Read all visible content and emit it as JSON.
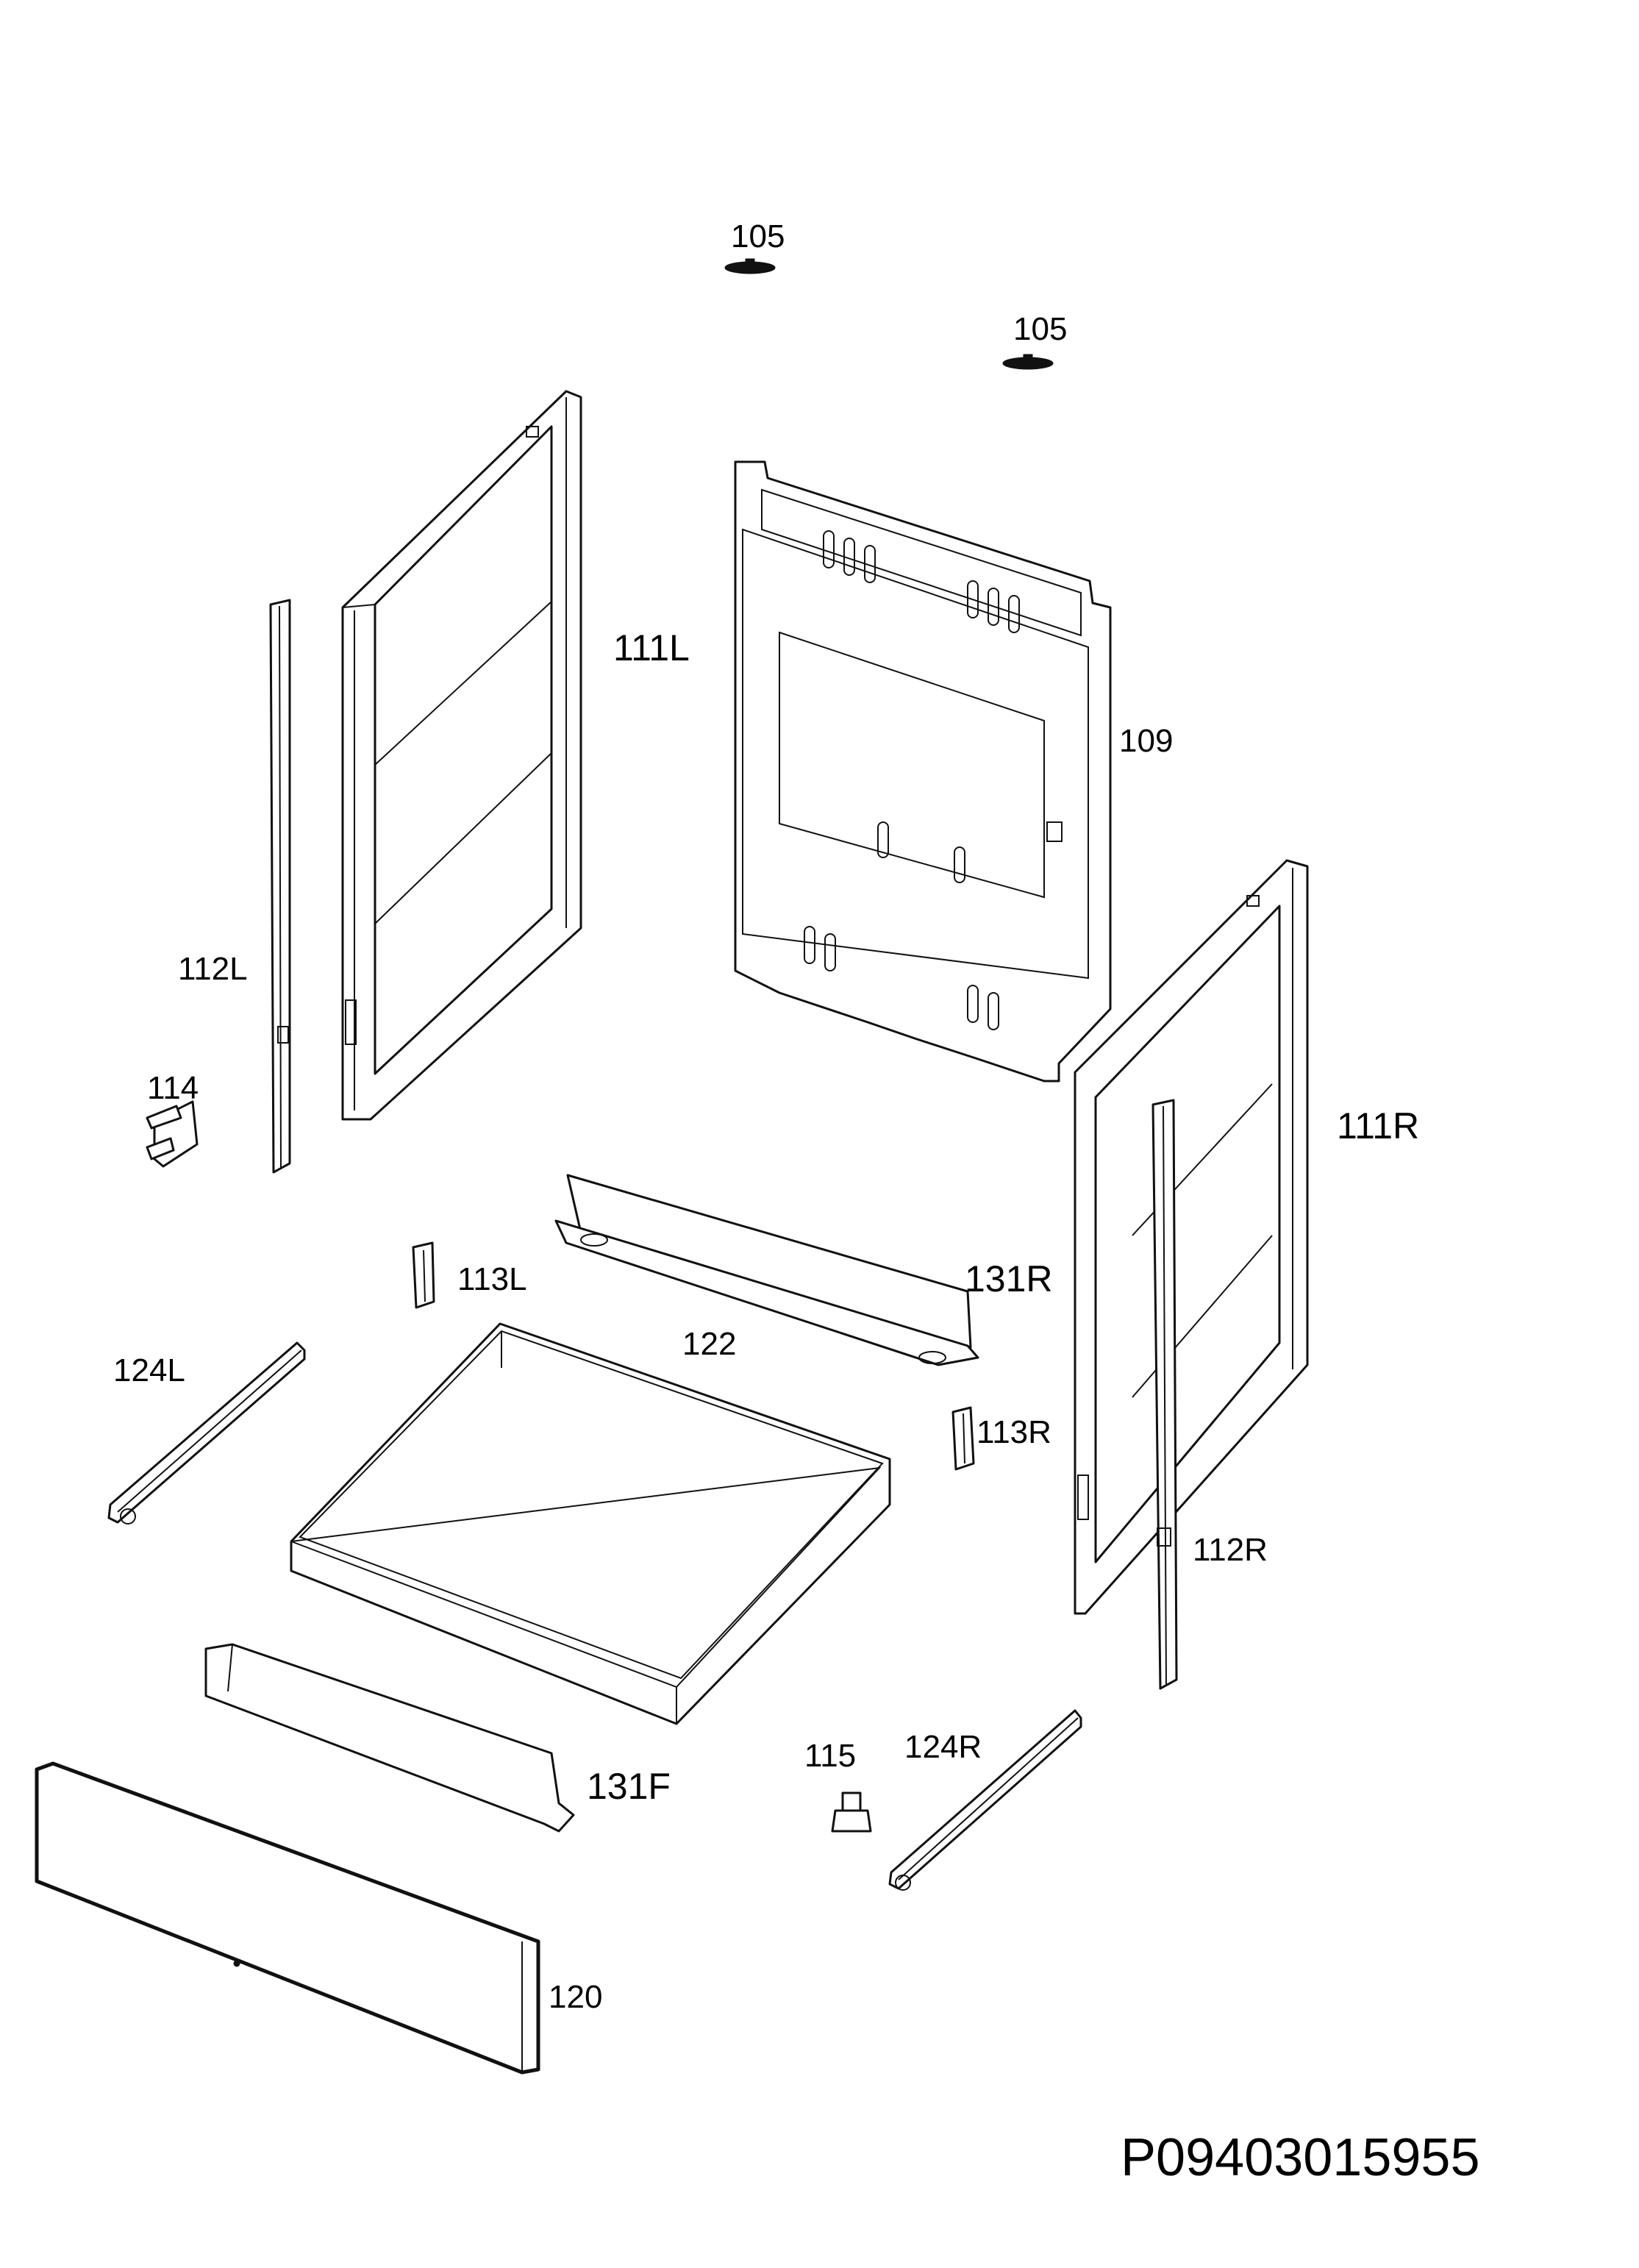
{
  "diagram": {
    "labels": {
      "p105a": "105",
      "p105b": "105",
      "p111L": "111L",
      "p109": "109",
      "p112L": "112L",
      "p114": "114",
      "p111R": "111R",
      "p113L": "113L",
      "p131R": "131R",
      "p122": "122",
      "p124L": "124L",
      "p113R": "113R",
      "p112R": "112R",
      "p115": "115",
      "p124R": "124R",
      "p131F": "131F",
      "p120": "120"
    },
    "document_number": "P09403015955"
  }
}
